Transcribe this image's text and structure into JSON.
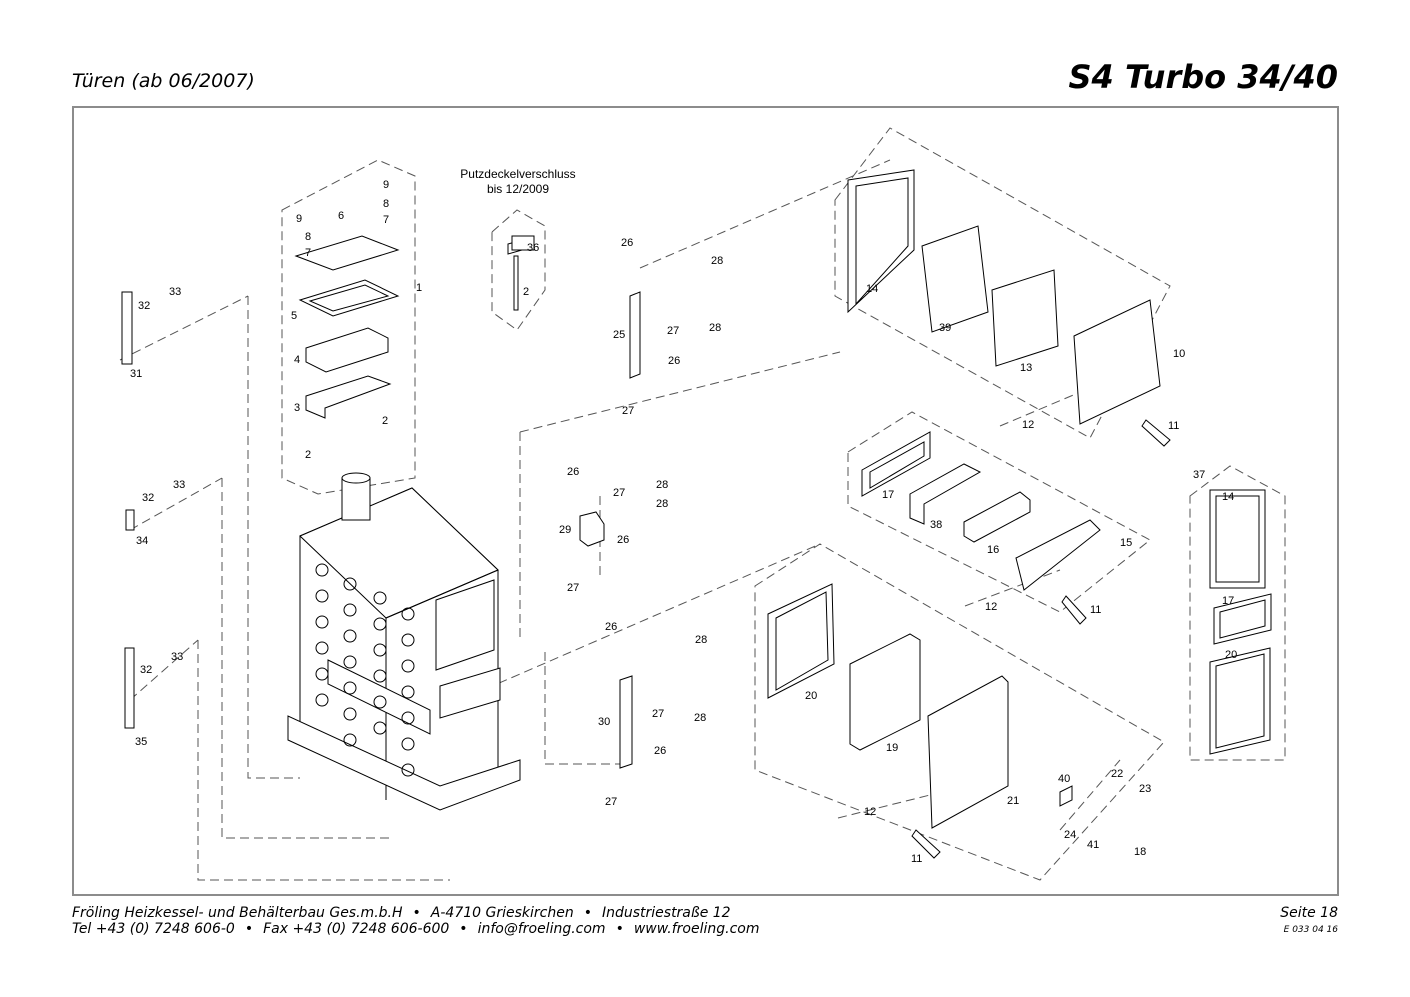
{
  "header": {
    "section": "Türen (ab 06/2007)",
    "model": "S4 Turbo 34/40"
  },
  "inset": {
    "line1": "Putzdeckelverschluss",
    "line2": "bis 12/2009"
  },
  "labels": {
    "p1": "1",
    "p2a": "2",
    "p2b": "2",
    "p2c": "2",
    "p3": "3",
    "p4": "4",
    "p5": "5",
    "p6": "6",
    "p7a": "7",
    "p7b": "7",
    "p8a": "8",
    "p8b": "8",
    "p9a": "9",
    "p9b": "9",
    "p10": "10",
    "p11a": "11",
    "p11b": "11",
    "p11c": "11",
    "p12a": "12",
    "p12b": "12",
    "p12c": "12",
    "p13": "13",
    "p14a": "14",
    "p14b": "14",
    "p15": "15",
    "p16": "16",
    "p17a": "17",
    "p17b": "17",
    "p18": "18",
    "p19": "19",
    "p20a": "20",
    "p20b": "20",
    "p21": "21",
    "p22": "22",
    "p23": "23",
    "p24": "24",
    "p25": "25",
    "p26a": "26",
    "p26b": "26",
    "p26c": "26",
    "p26d": "26",
    "p26e": "26",
    "p26f": "26",
    "p27a": "27",
    "p27b": "27",
    "p27c": "27",
    "p27d": "27",
    "p27e": "27",
    "p27f": "27",
    "p28a": "28",
    "p28b": "28",
    "p28c": "28",
    "p28d": "28",
    "p28e": "28",
    "p28f": "28",
    "p29": "29",
    "p30": "30",
    "p31": "31",
    "p32a": "32",
    "p32b": "32",
    "p32c": "32",
    "p33a": "33",
    "p33b": "33",
    "p33c": "33",
    "p34": "34",
    "p35": "35",
    "p36": "36",
    "p37": "37",
    "p38": "38",
    "p39": "39",
    "p40": "40",
    "p41": "41"
  },
  "footer": {
    "company": "Fröling Heizkessel- und Behälterbau Ges.m.b.H",
    "city": "A-4710 Grieskirchen",
    "street": "Industriestraße 12",
    "tel": "Tel +43 (0) 7248 606-0",
    "fax": "Fax +43 (0) 7248 606-600",
    "email": "info@froeling.com",
    "web": "www.froeling.com",
    "page": "Seite 18",
    "doc": "E 033 04 16",
    "bullet": "•"
  }
}
